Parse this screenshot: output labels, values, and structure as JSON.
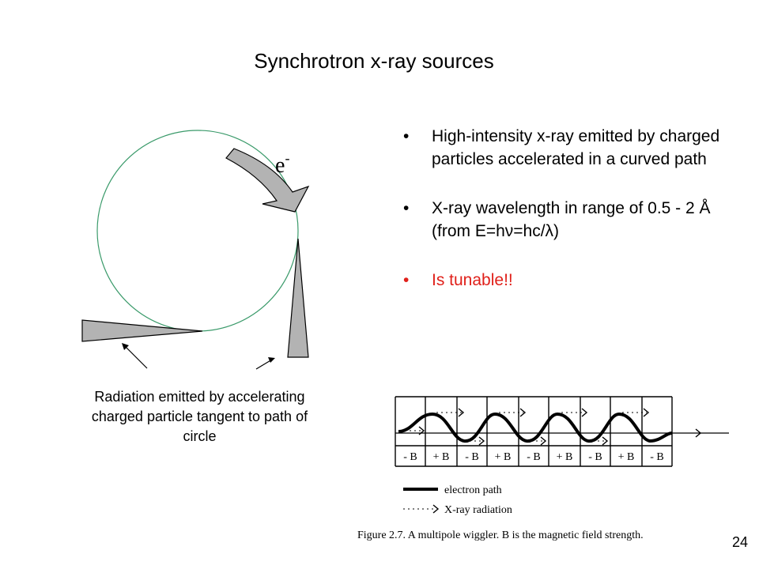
{
  "slide": {
    "title": "Synchrotron x-ray sources",
    "electron_label": "e",
    "electron_charge": "-",
    "bullets": [
      {
        "text": "High-intensity x-ray emitted by charged particles accelerated in a curved path",
        "marker": "•"
      },
      {
        "text": "X-ray wavelength in range of 0.5 - 2 Å (from E=hν=hc/λ)",
        "marker": "•"
      },
      {
        "text": "Is tunable!!",
        "marker": "•"
      }
    ],
    "caption": "Radiation emitted by accelerating charged particle tangent to path of circle",
    "page_number": "24"
  },
  "figure": {
    "field_labels": [
      "- B",
      "+ B",
      "- B",
      "+ B",
      "- B",
      "+ B",
      "- B",
      "+ B",
      "- B"
    ],
    "legend": {
      "electron_path": "electron path",
      "xray": "X-ray radiation"
    },
    "caption": "Figure 2.7.  A multipole wiggler. B is the magnetic field strength."
  },
  "colors": {
    "circle": "#3a9a6a",
    "highlight": "#e0201a",
    "shape_fill": "#b3b3b3"
  }
}
